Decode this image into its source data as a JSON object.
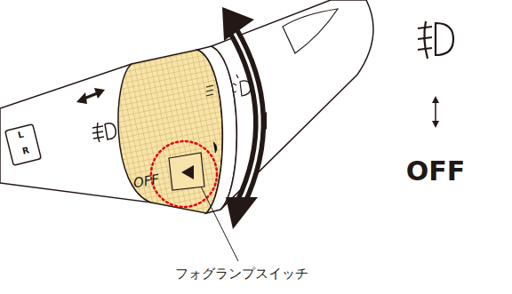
{
  "diagram": {
    "labels": [
      "L",
      "R",
      "OFF",
      "OFF",
      "フォグランプスイッチ"
    ]
  }
}
